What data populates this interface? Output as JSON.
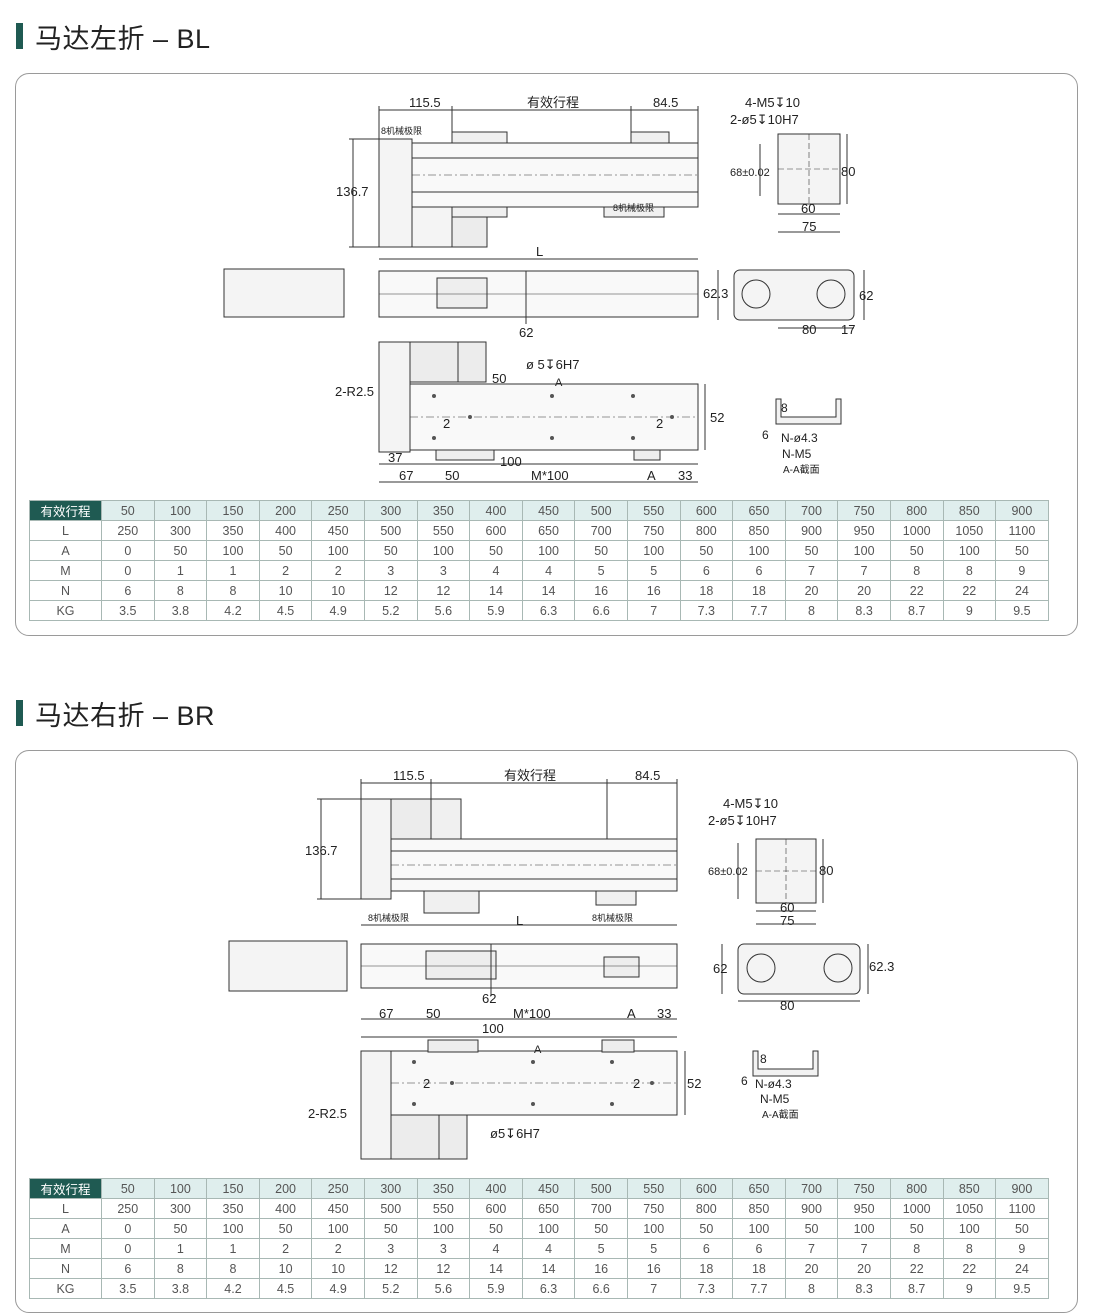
{
  "sections": [
    {
      "title": "马达左折 – BL",
      "dims": {
        "d115": "115.5",
        "stroke": "有效行程",
        "d84": "84.5",
        "mech1": "8机械极限",
        "mech2": "8机械极限",
        "h136": "136.7",
        "L": "L",
        "m5": "4-M5↧10",
        "pin": "2-ø5↧10H7",
        "d68": "68±0.02",
        "d80": "80",
        "d60": "60",
        "d75": "75",
        "d623": "62.3",
        "d62r": "62",
        "d80b": "80",
        "d17": "17",
        "d62": "62",
        "r25": "2-R2.5",
        "h6": "ø 5↧6H7",
        "d50": "50",
        "secA": "A",
        "two1": "2",
        "two2": "2",
        "d52": "52",
        "d37": "37",
        "d67": "67",
        "d50b": "50",
        "d100": "100",
        "m100": "M*100",
        "dA": "A",
        "d33": "33",
        "s8": "8",
        "s6": "6",
        "n43": "N-ø4.3",
        "nm5": "N-M5",
        "aa": "A-A截面"
      }
    },
    {
      "title": "马达右折 – BR",
      "dims": {
        "d115": "115.5",
        "stroke": "有效行程",
        "d84": "84.5",
        "h136": "136.7",
        "m5": "4-M5↧10",
        "pin": "2-ø5↧10H7",
        "d68": "68±0.02",
        "d80": "80",
        "mech1": "8机械极限",
        "L": "L",
        "mech2": "8机械极限",
        "d60": "60",
        "d75": "75",
        "d62l": "62",
        "d623": "62.3",
        "d80b": "80",
        "d62": "62",
        "d67": "67",
        "d50": "50",
        "m100": "M*100",
        "dA": "A",
        "d33": "33",
        "d100": "100",
        "secA": "A",
        "two1": "2",
        "two2": "2",
        "d52": "52",
        "r25": "2-R2.5",
        "h6": "ø5↧6H7",
        "s8": "8",
        "s6": "6",
        "n43": "N-ø4.3",
        "nm5": "N-M5",
        "aa": "A-A截面"
      }
    }
  ],
  "table": {
    "header_label": "有效行程",
    "header_values": [
      "50",
      "100",
      "150",
      "200",
      "250",
      "300",
      "350",
      "400",
      "450",
      "500",
      "550",
      "600",
      "650",
      "700",
      "750",
      "800",
      "850",
      "900"
    ],
    "rows": [
      {
        "label": "L",
        "values": [
          "250",
          "300",
          "350",
          "400",
          "450",
          "500",
          "550",
          "600",
          "650",
          "700",
          "750",
          "800",
          "850",
          "900",
          "950",
          "1000",
          "1050",
          "1100"
        ]
      },
      {
        "label": "A",
        "values": [
          "0",
          "50",
          "100",
          "50",
          "100",
          "50",
          "100",
          "50",
          "100",
          "50",
          "100",
          "50",
          "100",
          "50",
          "100",
          "50",
          "100",
          "50"
        ]
      },
      {
        "label": "M",
        "values": [
          "0",
          "1",
          "1",
          "2",
          "2",
          "3",
          "3",
          "4",
          "4",
          "5",
          "5",
          "6",
          "6",
          "7",
          "7",
          "8",
          "8",
          "9"
        ]
      },
      {
        "label": "N",
        "values": [
          "6",
          "8",
          "8",
          "10",
          "10",
          "12",
          "12",
          "14",
          "14",
          "16",
          "16",
          "18",
          "18",
          "20",
          "20",
          "22",
          "22",
          "24"
        ]
      },
      {
        "label": "KG",
        "values": [
          "3.5",
          "3.8",
          "4.2",
          "4.5",
          "4.9",
          "5.2",
          "5.6",
          "5.9",
          "6.3",
          "6.6",
          "7",
          "7.3",
          "7.7",
          "8",
          "8.3",
          "8.7",
          "9",
          "9.5"
        ]
      }
    ]
  },
  "colors": {
    "accent": "#1f5a52",
    "table_header_bg": "#dfeeed"
  }
}
